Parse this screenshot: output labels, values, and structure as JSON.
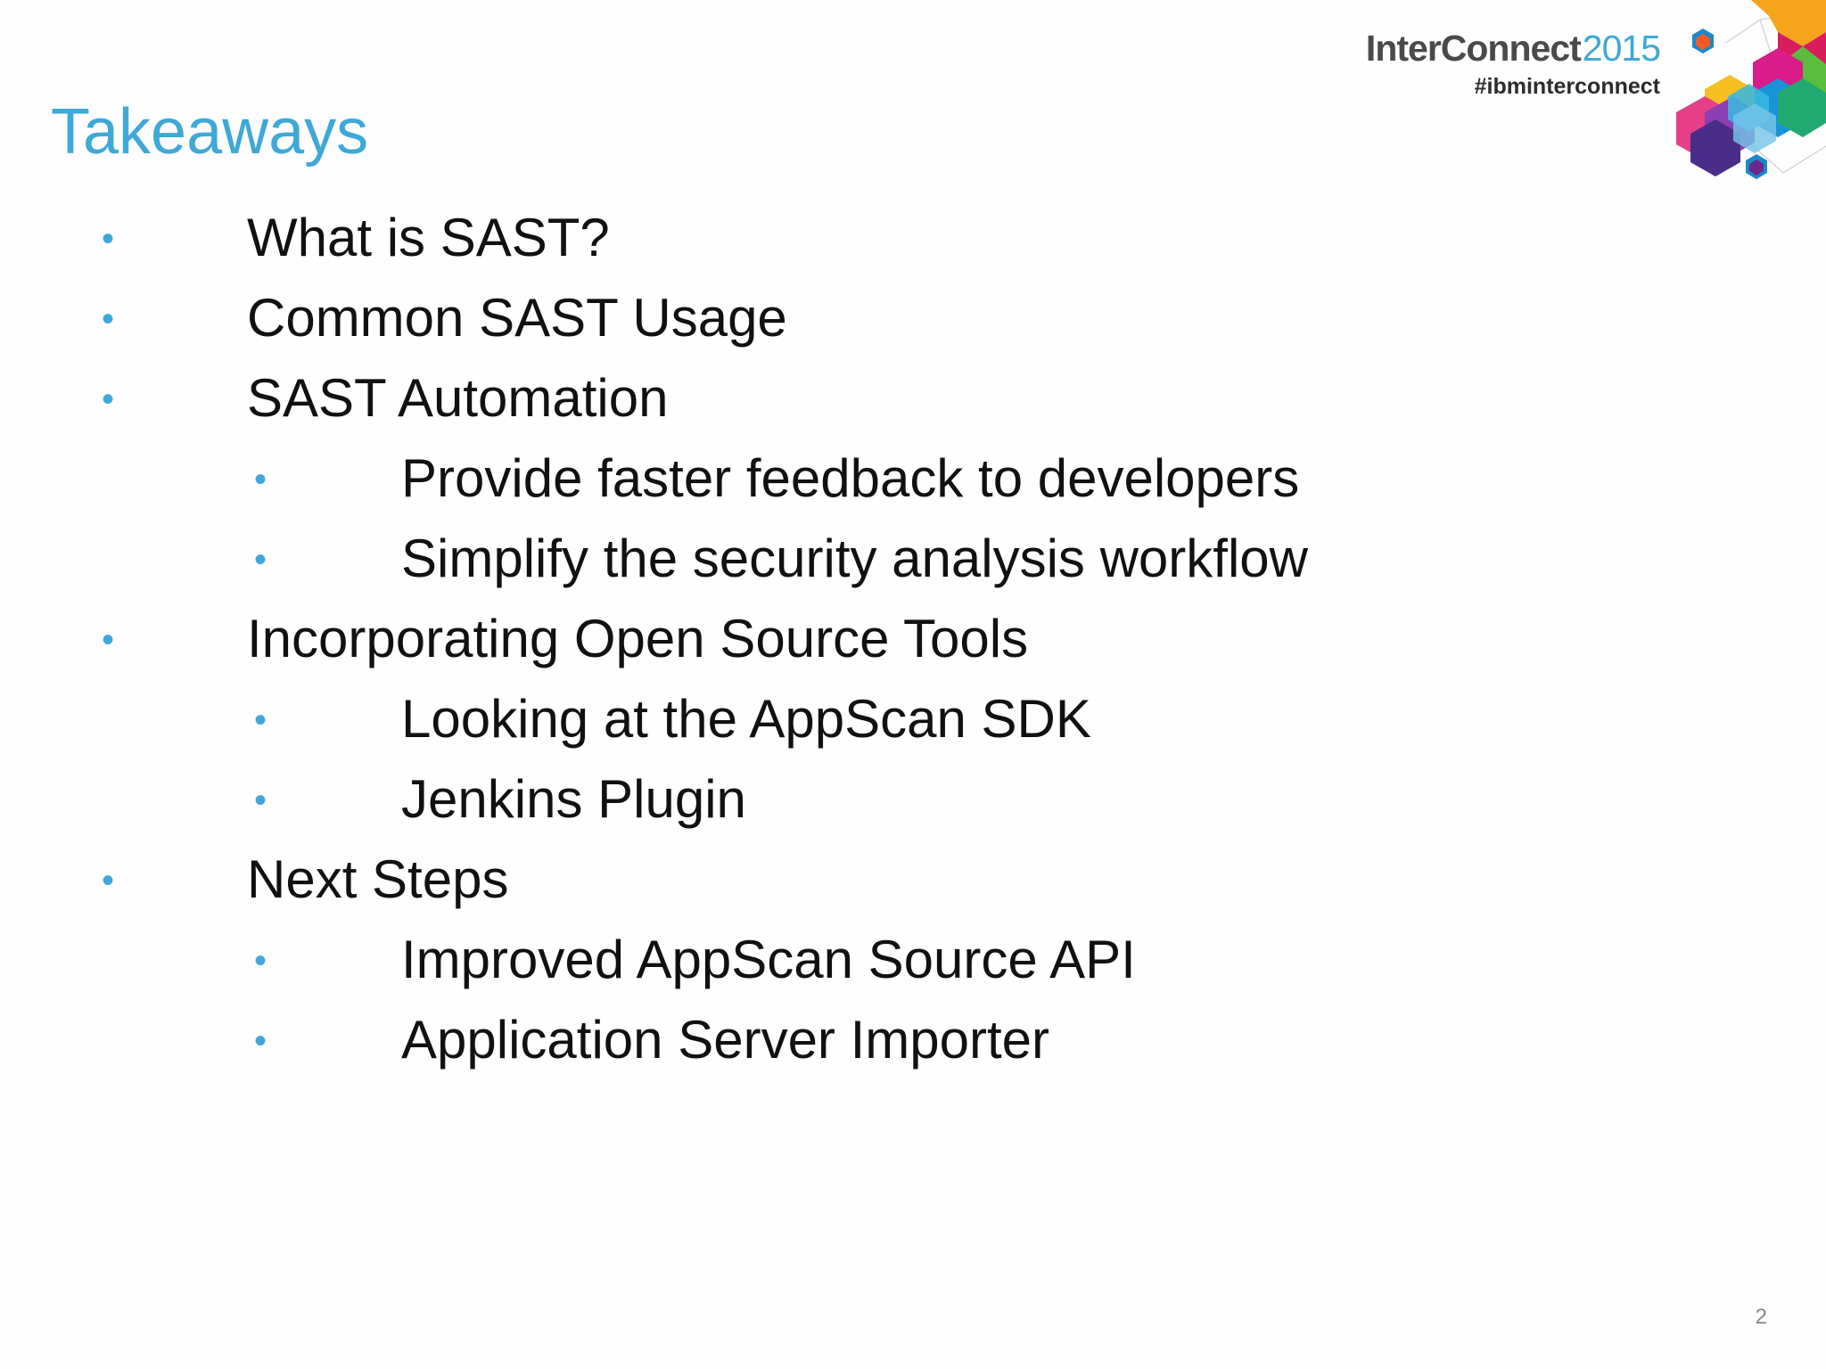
{
  "slide": {
    "title": "Takeaways",
    "page_number": "2"
  },
  "branding": {
    "event_name": "InterConnect",
    "event_year": "2015",
    "hashtag": "#ibminterconnect",
    "logo_icon": "hexagon-cluster-logo"
  },
  "bullets": [
    {
      "level": 1,
      "text": "What is SAST?"
    },
    {
      "level": 1,
      "text": "Common SAST Usage"
    },
    {
      "level": 1,
      "text": "SAST Automation"
    },
    {
      "level": 2,
      "text": "Provide faster feedback to developers"
    },
    {
      "level": 2,
      "text": "Simplify the security analysis workflow"
    },
    {
      "level": 1,
      "text": "Incorporating Open Source Tools"
    },
    {
      "level": 2,
      "text": "Looking at the AppScan SDK"
    },
    {
      "level": 2,
      "text": "Jenkins Plugin"
    },
    {
      "level": 1,
      "text": "Next Steps"
    },
    {
      "level": 2,
      "text": "Improved AppScan Source API"
    },
    {
      "level": 2,
      "text": "Application Server Importer"
    }
  ],
  "bullet_symbol": "•",
  "colors": {
    "accent": "#3ea8d8",
    "text": "#111111",
    "brand_text": "#4a4a4a"
  }
}
